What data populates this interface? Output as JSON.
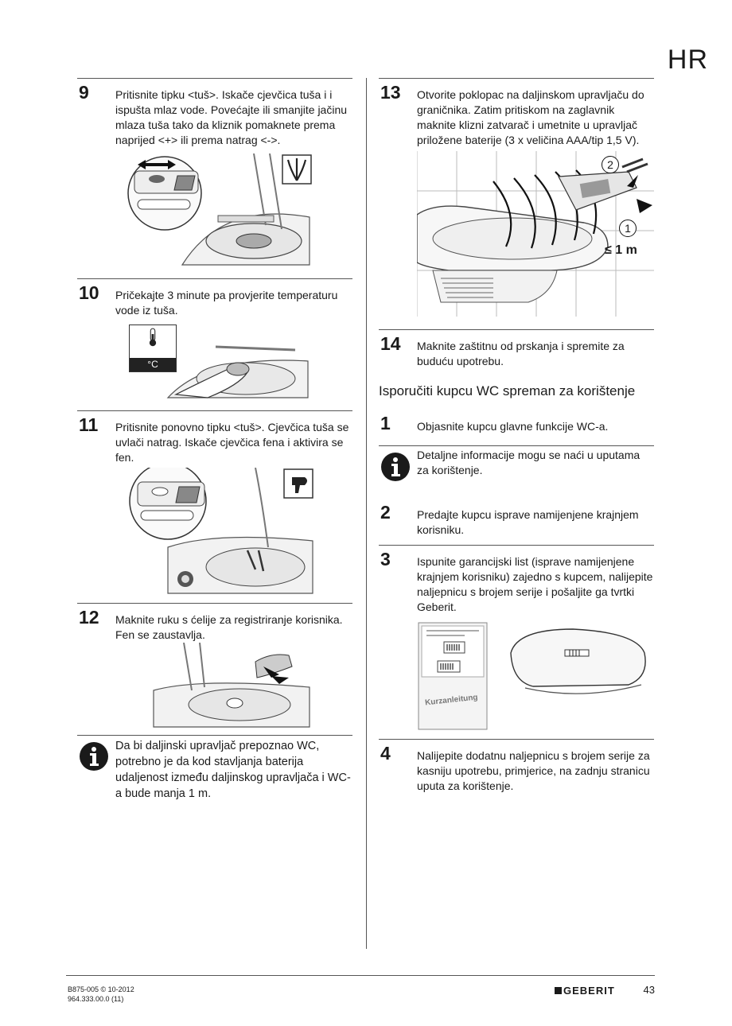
{
  "page": {
    "language": "HR",
    "number": "43"
  },
  "footer": {
    "doc_code": "B875-005 © 10-2012",
    "part_number": "964.333.00.0 (11)",
    "brand": "GEBERIT"
  },
  "left_steps": [
    {
      "number": "9",
      "text": "Pritisnite tipku <tuš>. Iskače cjevčica tuša i i ispušta mlaz vode. Povećajte ili smanjite jačinu mlaza tuša tako da kliznik pomaknete prema naprijed <+> ili prema natrag <->."
    },
    {
      "number": "10",
      "text": "Pričekajte 3 minute pa provjerite temperaturu vode iz tuša.",
      "thermo_label": "°C"
    },
    {
      "number": "11",
      "text": "Pritisnite ponovno tipku <tuš>. Cjevčica tuša se uvlači natrag. Iskače cjevčica fena i aktivira se fen."
    },
    {
      "number": "12",
      "text": "Maknite ruku s ćelije za registriranje korisnika. Fen se zaustavlja."
    }
  ],
  "left_info": {
    "text": "Da bi daljinski upravljač prepoznao WC, potrebno je da kod stavljanja baterija udaljenost između daljinskog upravljača i WC-a bude manja 1 m."
  },
  "right_steps": [
    {
      "number": "13",
      "text": "Otvorite poklopac na daljinskom upravljaču do graničnika. Zatim pritiskom na zaglavnik maknite klizni zatvarač i umetnite u upravljač priložene baterije (3 x veličina AAA/tip 1,5 V).",
      "callout_1": "1",
      "callout_2": "2",
      "distance": "≤ 1 m"
    },
    {
      "number": "14",
      "text": "Maknite zaštitnu od prskanja i spremite za buduću upotrebu."
    }
  ],
  "handover": {
    "heading": "Isporučiti kupcu WC spreman za korištenje",
    "steps": [
      {
        "number": "1",
        "text": "Objasnite kupcu glavne funkcije WC-a."
      },
      {
        "number": "2",
        "text": "Predajte kupcu isprave namijenjene krajnjem korisniku."
      },
      {
        "number": "3",
        "text": "Ispunite garancijski list (isprave namijenjene krajnjem korisniku) zajedno s kupcem, nalijepite naljepnicu s brojem serije i pošaljite ga tvrtki Geberit.",
        "booklet_label": "Kurzanleitung"
      },
      {
        "number": "4",
        "text": "Nalijepite dodatnu naljepnicu s brojem serije za kasniju upotrebu, primjerice, na zadnju stranicu uputa za korištenje."
      }
    ],
    "info": {
      "text": "Detaljne informacije mogu se naći u uputama za korištenje."
    }
  }
}
